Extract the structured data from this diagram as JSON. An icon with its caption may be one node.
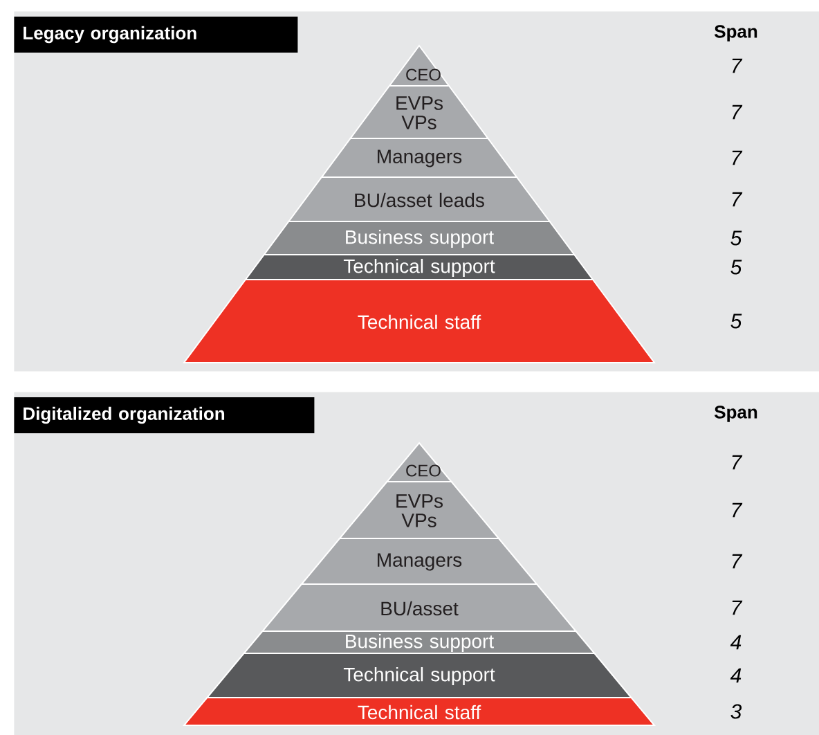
{
  "diagram": {
    "nodes": [
      {
        "text": [
          "Legacy organization"
        ]
      },
      {
        "text": [
          "CEO"
        ],
        "in": 0
      },
      {
        "text": [
          "EVPs VPs"
        ],
        "in": 0
      },
      {
        "text": [
          "Managers"
        ],
        "in": 0
      },
      {
        "text": [
          "BU/asset leads"
        ],
        "in": 0
      },
      {
        "text": [
          "Business support"
        ],
        "in": 0
      },
      {
        "text": [
          "Technical support"
        ],
        "in": 0
      },
      {
        "text": [
          "Technical staff"
        ],
        "in": 0
      },
      {
        "text": [
          "Digitalized organization"
        ]
      },
      {
        "text": [
          "CEO"
        ],
        "in": 8
      },
      {
        "text": [
          "EVPs VPs"
        ],
        "in": 8
      },
      {
        "text": [
          "Managers"
        ],
        "in": 8
      },
      {
        "text": [
          "BU/asset"
        ],
        "in": 8
      },
      {
        "text": [
          "Business support"
        ],
        "in": 8
      },
      {
        "text": [
          "Technical support"
        ],
        "in": 8
      },
      {
        "text": [
          "Technical staff"
        ],
        "in": 8
      }
    ],
    "labels": [
      "Span",
      "7",
      "7",
      "7",
      "7",
      "5",
      "5",
      "5",
      "Span",
      "7",
      "7",
      "7",
      "7",
      "4",
      "4",
      "3"
    ]
  }
}
